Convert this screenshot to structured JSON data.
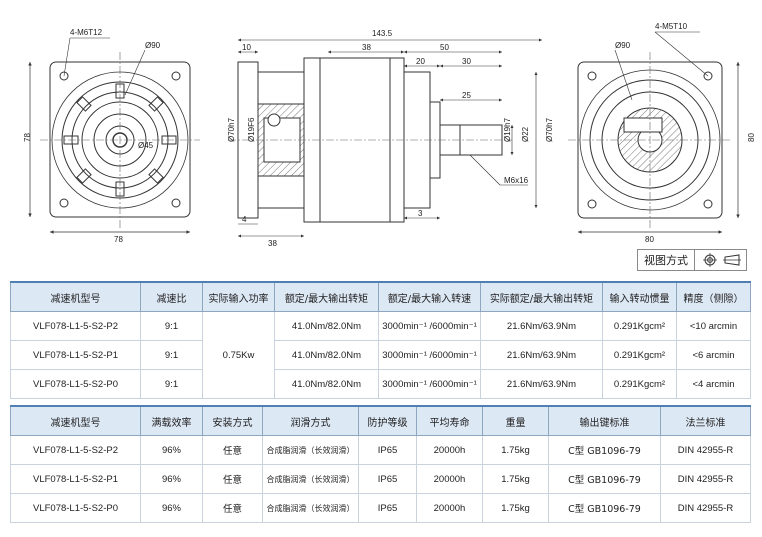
{
  "drawing": {
    "left_view": {
      "hole_label": "4-M6T12",
      "dia_label": "Ø90",
      "center_label": "Ø45",
      "width_label": "78",
      "height_label": "78"
    },
    "side_view": {
      "total_length": "143.5",
      "d10": "10",
      "d38_top": "38",
      "d50": "50",
      "d20": "20",
      "d30": "30",
      "d25": "25",
      "dia70_left": "Ø70h7",
      "dia19": "Ø19F6",
      "dia19h": "Ø19h7",
      "dia22": "Ø22",
      "dia70_right": "Ø70h7",
      "thread": "M6x16",
      "d4": "4",
      "d3": "3",
      "d38_bottom": "38"
    },
    "right_view": {
      "hole_label": "4-M5T10",
      "dia_label": "Ø90",
      "width_label": "80",
      "height_label": "80"
    }
  },
  "view_mode": {
    "label": "视图方式"
  },
  "table1": {
    "headers": [
      "减速机型号",
      "减速比",
      "实际输入功率",
      "额定/最大输出转矩",
      "额定/最大输入转速",
      "实际额定/最大输出转矩",
      "输入转动惯量",
      "精度（侧隙）"
    ],
    "power": "0.75Kw",
    "rows": [
      {
        "model": "VLF078-L1-5-S2-P2",
        "ratio": "9:1",
        "torque": "41.0Nm/82.0Nm",
        "speed": "3000min⁻¹ /6000min⁻¹",
        "actual_torque": "21.6Nm/63.9Nm",
        "inertia": "0.291Kgcm²",
        "precision": "<10 arcmin"
      },
      {
        "model": "VLF078-L1-5-S2-P1",
        "ratio": "9:1",
        "torque": "41.0Nm/82.0Nm",
        "speed": "3000min⁻¹ /6000min⁻¹",
        "actual_torque": "21.6Nm/63.9Nm",
        "inertia": "0.291Kgcm²",
        "precision": "<6 arcmin"
      },
      {
        "model": "VLF078-L1-5-S2-P0",
        "ratio": "9:1",
        "torque": "41.0Nm/82.0Nm",
        "speed": "3000min⁻¹ /6000min⁻¹",
        "actual_torque": "21.6Nm/63.9Nm",
        "inertia": "0.291Kgcm²",
        "precision": "<4 arcmin"
      }
    ]
  },
  "table2": {
    "headers": [
      "减速机型号",
      "满载效率",
      "安装方式",
      "润滑方式",
      "防护等级",
      "平均寿命",
      "重量",
      "输出键标准",
      "法兰标准"
    ],
    "rows": [
      {
        "model": "VLF078-L1-5-S2-P2",
        "efficiency": "96%",
        "mount": "任意",
        "lube": "合成脂润滑（长效润滑）",
        "ip": "IP65",
        "life": "20000h",
        "weight": "1.75kg",
        "key": "C型  GB1096-79",
        "flange": "DIN 42955-R"
      },
      {
        "model": "VLF078-L1-5-S2-P1",
        "efficiency": "96%",
        "mount": "任意",
        "lube": "合成脂润滑（长效润滑）",
        "ip": "IP65",
        "life": "20000h",
        "weight": "1.75kg",
        "key": "C型  GB1096-79",
        "flange": "DIN 42955-R"
      },
      {
        "model": "VLF078-L1-5-S2-P0",
        "efficiency": "96%",
        "mount": "任意",
        "lube": "合成脂润滑（长效润滑）",
        "ip": "IP65",
        "life": "20000h",
        "weight": "1.75kg",
        "key": "C型  GB1096-79",
        "flange": "DIN 42955-R"
      }
    ]
  }
}
